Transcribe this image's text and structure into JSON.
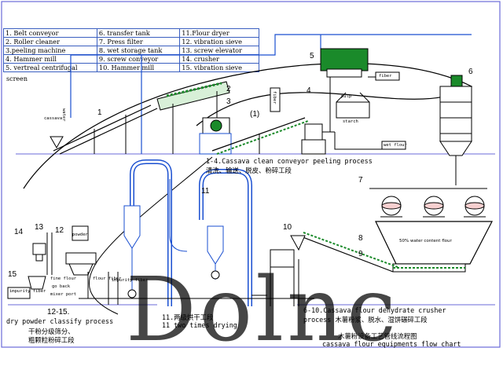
{
  "legend": {
    "rows": [
      [
        "1. Belt conveyor",
        "6.  transfer tank",
        "11.Flour dryer"
      ],
      [
        "2. Roller cleaner",
        "7. Press filter",
        "12. vibration sieve"
      ],
      [
        "3.peeling machine",
        "8. wet storage tank",
        "13. screw elevator"
      ],
      [
        "4.   Hammer mill",
        "9. screw conveyor",
        "14. crusher"
      ],
      [
        "5.  vertreal centrifugal",
        "10. Hammer mill",
        "15. vibration sieve"
      ]
    ],
    "row5_extra": "screen"
  },
  "numbers": [
    "1",
    "2",
    "3",
    "(1)",
    "4",
    "5",
    "6",
    "7",
    "8",
    "9",
    "10",
    "11",
    "12",
    "13",
    "14",
    "15",
    "12-15."
  ],
  "flow_labels": {
    "water": "water",
    "cassava": "cassava",
    "fiber_up": "fiber",
    "fiber_right": "fiber",
    "wet_flour": "wet flour",
    "starch": "starch",
    "pulp": "pulp",
    "fine_flour": "fine flour",
    "go_back": "go back",
    "mixer_port": "mixer port",
    "flour_fiber": "flour fiber",
    "impurity_fiber_left": "impurity fiber",
    "impurity_fiber_right": "impurity fiber",
    "powder": "powder",
    "percent_flour": "50% water content flour"
  },
  "captions": {
    "clean_en": "1-4.Cassava clean conveyor peeling process",
    "clean_cn": "清洗、输送、脱皮、粉碎工段",
    "dry_cn": "11.两级烘干工段",
    "dry_en": "11 two times drying",
    "dehydrate_en": "6-10.Cassava flour dehydrate crusher",
    "dehydrate_mix": "process 木薯粉浆、脱水、湿饼碾碎工段",
    "chart_cn": "木薯粉设备工艺管线流程图",
    "chart_en": "cassava flour equipments flow chart",
    "sieve_en": "dry powder classify process",
    "sieve_cn1": "干粉分级筛分、",
    "sieve_cn2": "粗颗粒粉碎工段"
  },
  "watermark": "Dolnc",
  "colors": {
    "line": "#000000",
    "pipe": "#1a4fd0",
    "table_border": "#3a5fc0",
    "frame": "#6b6bd8",
    "belt": "#1a8a2a"
  }
}
